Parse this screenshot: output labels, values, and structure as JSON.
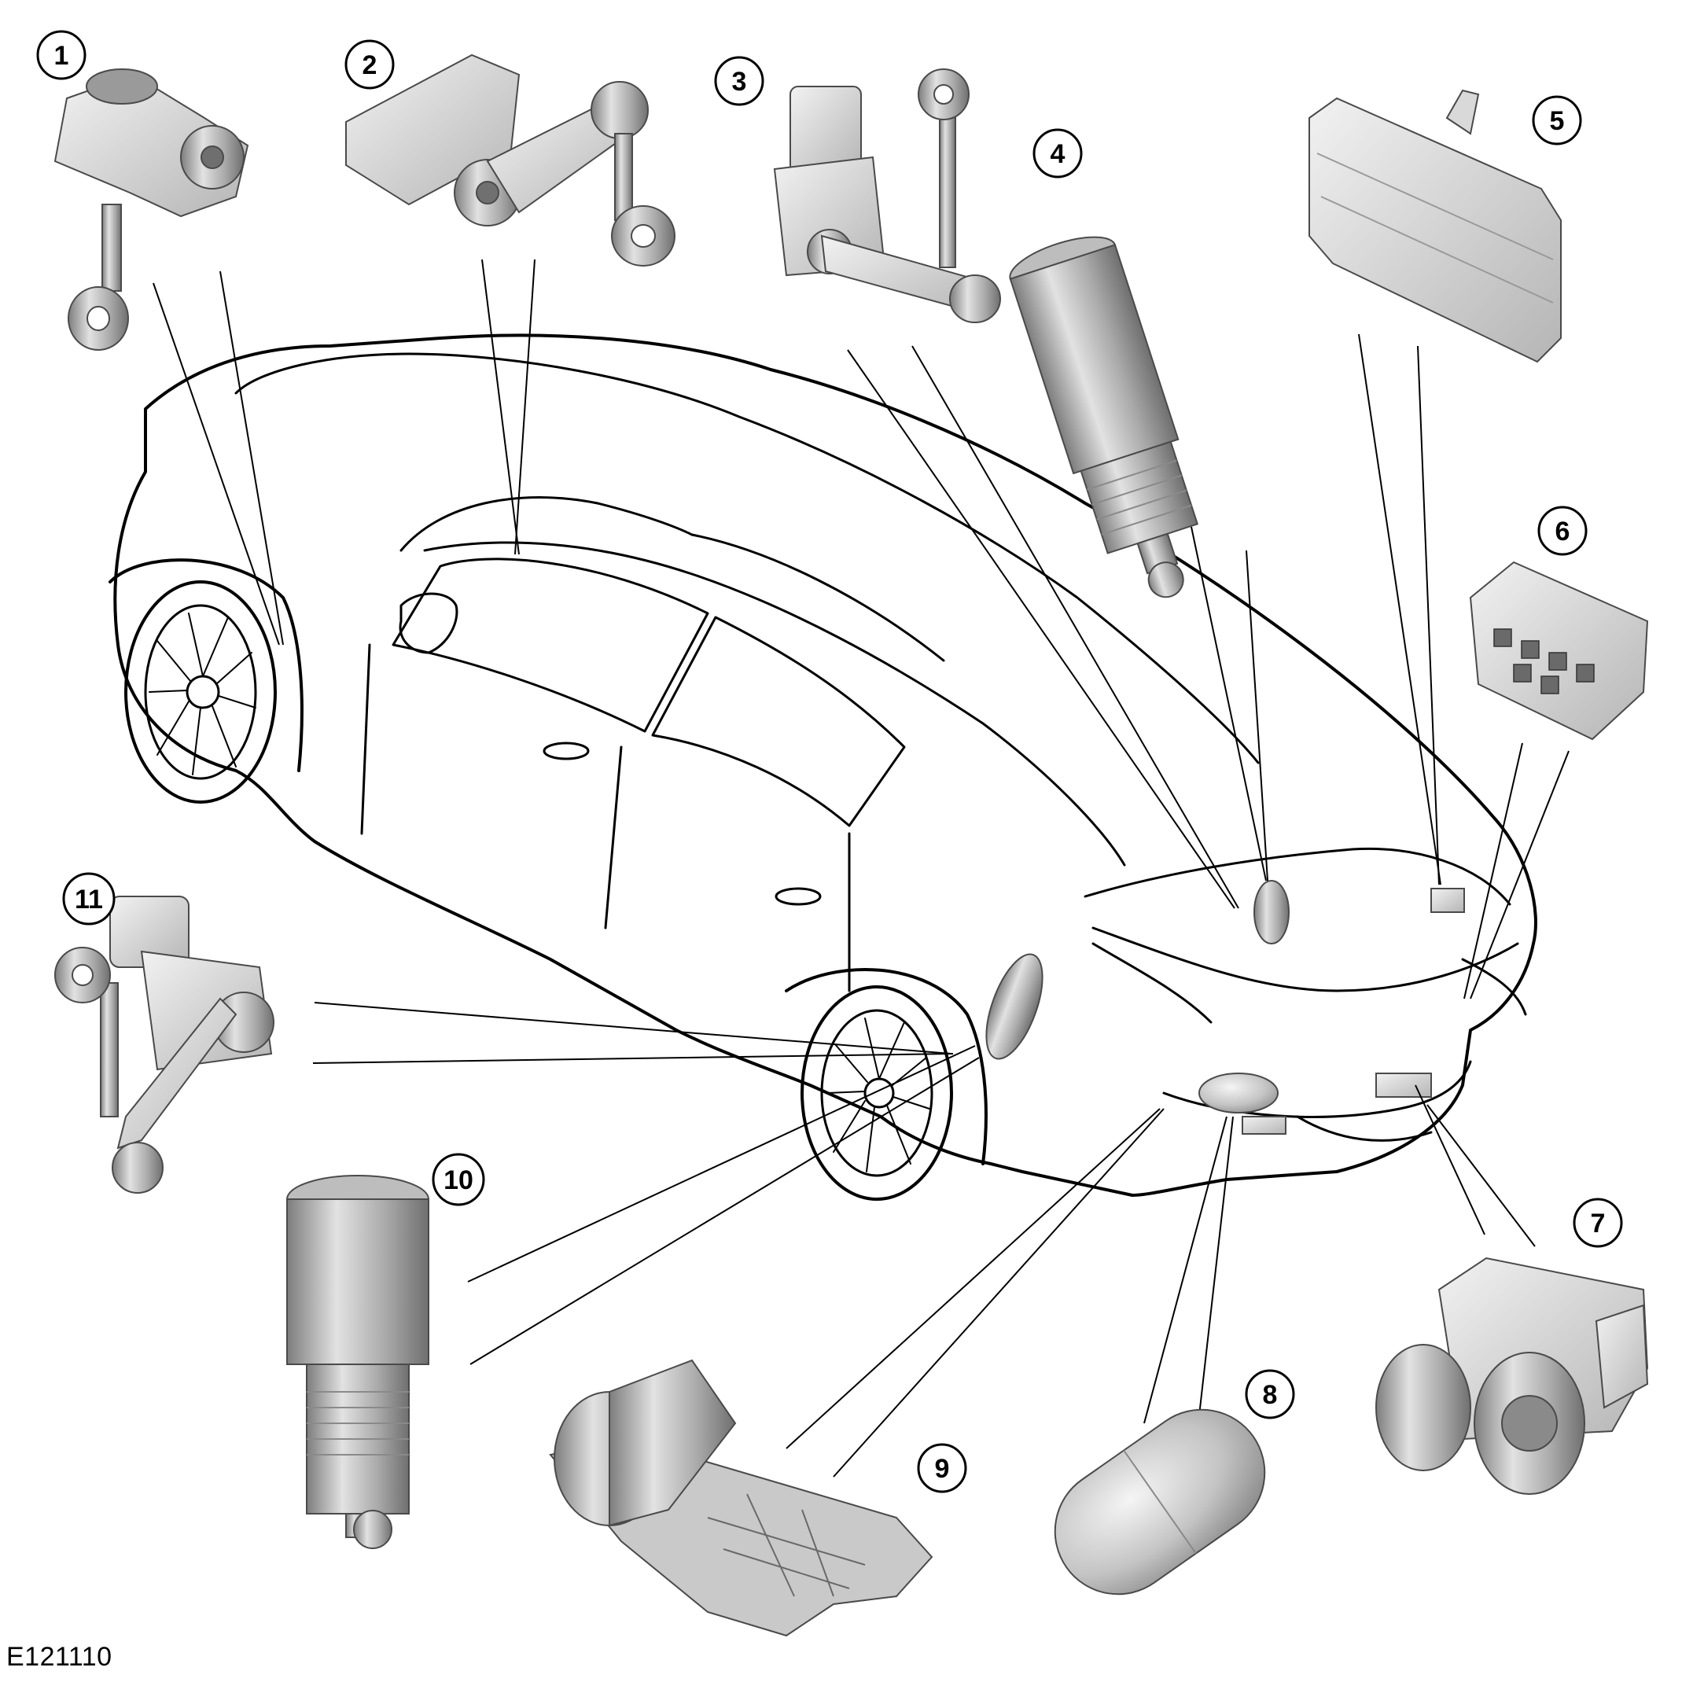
{
  "figure": {
    "reference_code": "E121110",
    "callouts": [
      "1",
      "2",
      "3",
      "4",
      "5",
      "6",
      "7",
      "8",
      "9",
      "10",
      "11"
    ]
  },
  "colors": {
    "line": "#000000",
    "part_light": "#e6e6e6",
    "part_mid": "#bdbdbd",
    "part_dark": "#8a8a8a",
    "background": "#ffffff"
  }
}
